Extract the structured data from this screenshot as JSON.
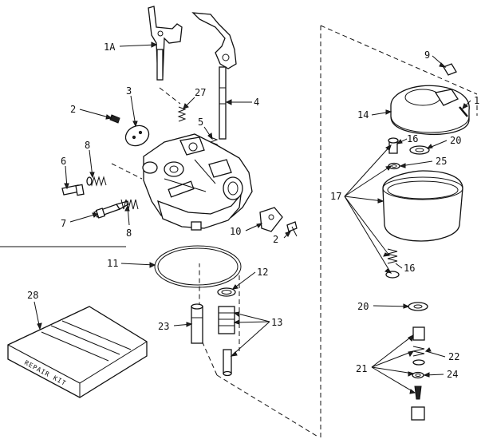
{
  "labels": {
    "l_1a": "1A",
    "l_3": "3",
    "l_27": "27",
    "l_4": "4",
    "l_2a": "2",
    "l_5": "5",
    "l_8a": "8",
    "l_6": "6",
    "l_7": "7",
    "l_8b": "8",
    "l_10": "10",
    "l_2b": "2",
    "l_11": "11",
    "l_12": "12",
    "l_13": "13",
    "l_23": "23",
    "l_28": "28",
    "l_9": "9",
    "l_1": "1",
    "l_14": "14",
    "l_16a": "16",
    "l_20a": "20",
    "l_25": "25",
    "l_17": "17",
    "l_16b": "16",
    "l_20b": "20",
    "l_22": "22",
    "l_21": "21",
    "l_24": "24"
  },
  "kit_label": "REPAIR KIT"
}
